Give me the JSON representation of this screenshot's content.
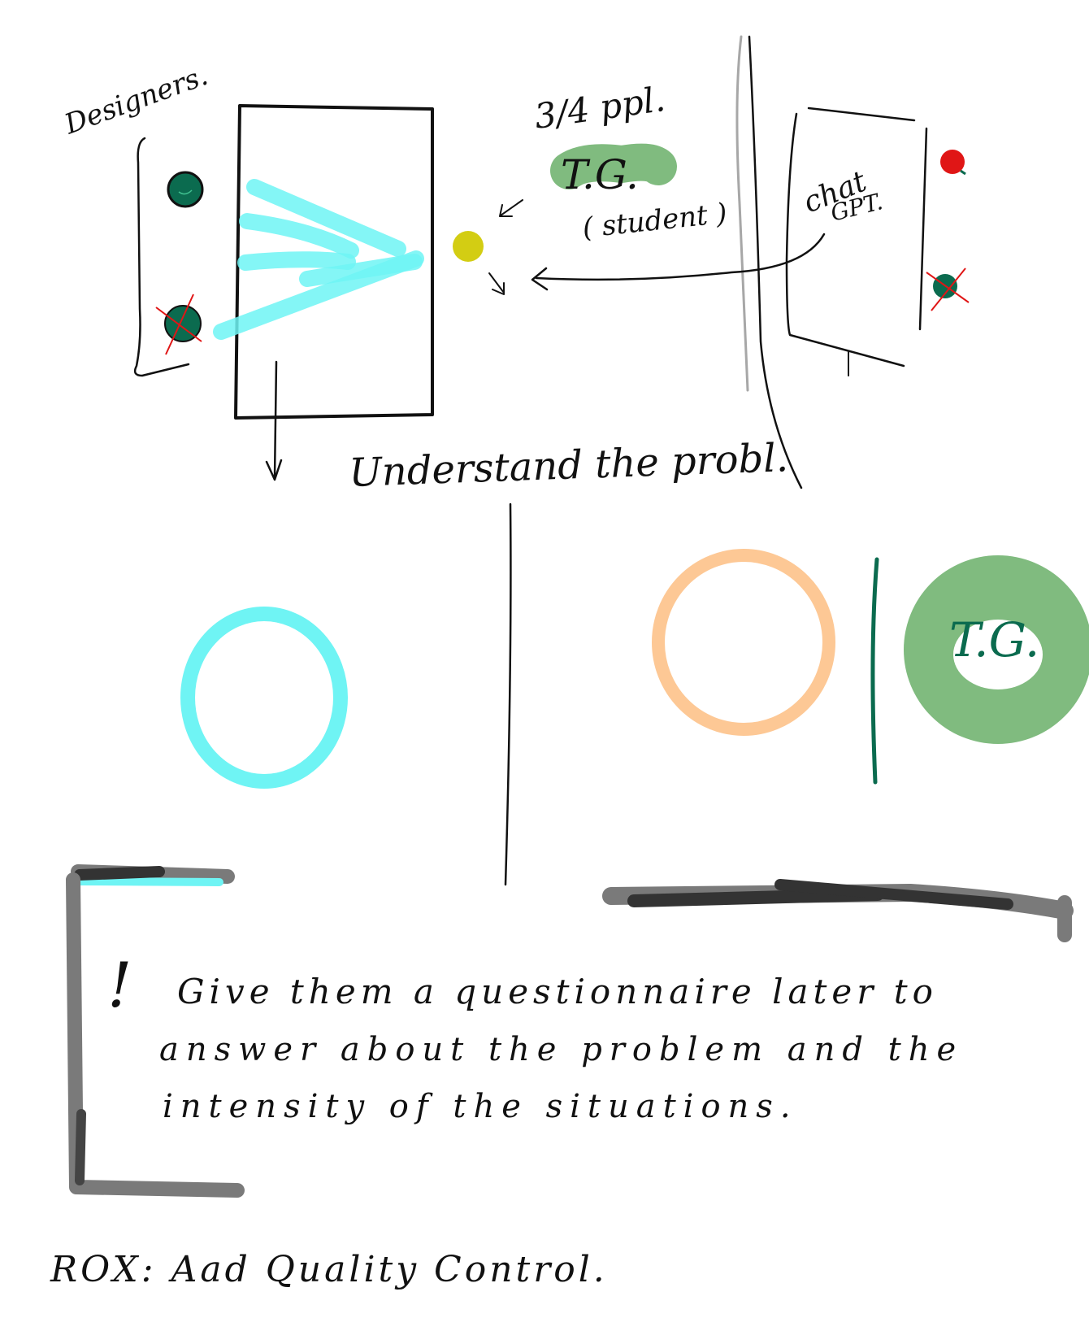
{
  "sketch": {
    "designers_label": "Designers.",
    "ratio_label": "3/4 ppl.",
    "tg_top_label": "T.G.",
    "student_label": "( student )",
    "chatgpt_label_line1": "chat",
    "chatgpt_label_line2": "GPT.",
    "understand_label": "Understand the probl.",
    "tg_circle_label": "T.G.",
    "note_mark": "!",
    "note_line1": "Give them a questionnaire later to",
    "note_line2": "answer about the problem and the",
    "note_line3": "intensity of the situations.",
    "rox_label": "ROX: Aad Quality Control."
  },
  "colors": {
    "ink": "#111111",
    "cyan": "#6ff4f4",
    "tg_green": "#80bb7f",
    "dark_green": "#0b6b4f",
    "peach": "#fdc895",
    "yellow": "#d3cd13",
    "red": "#e01616",
    "marker_grey": "#7a7a7a",
    "marker_dark": "#333333",
    "light_grey": "#a7a7a7"
  }
}
